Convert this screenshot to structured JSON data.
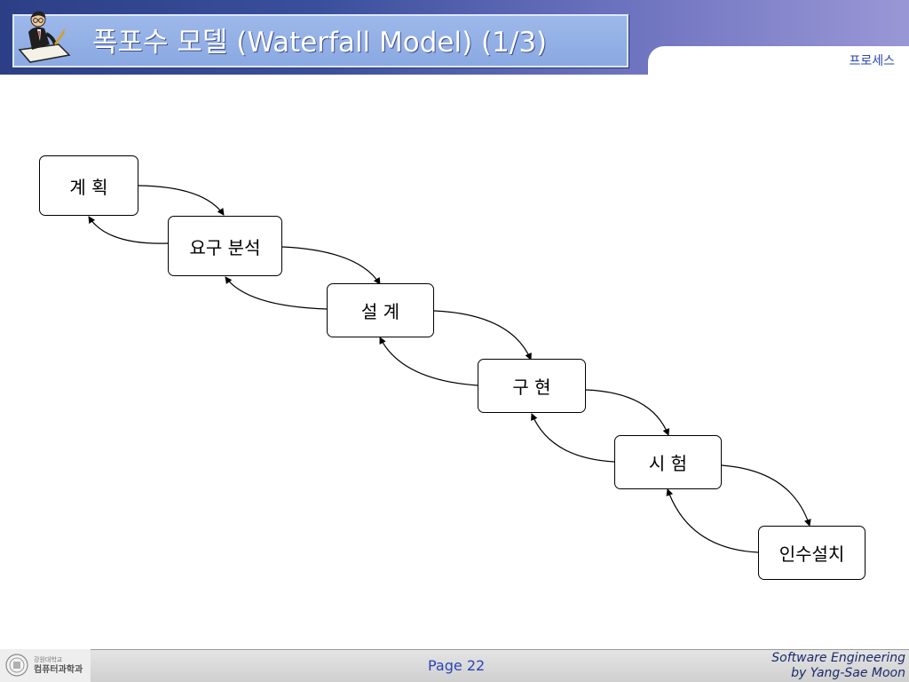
{
  "header": {
    "title": "폭포수 모델 (Waterfall Model) (1/3)",
    "section": "프로세스"
  },
  "diagram": {
    "nodes": [
      {
        "id": "plan",
        "label": "계 획"
      },
      {
        "id": "requirements",
        "label": "요구 분석"
      },
      {
        "id": "design",
        "label": "설 계"
      },
      {
        "id": "implementation",
        "label": "구 현"
      },
      {
        "id": "testing",
        "label": "시 험"
      },
      {
        "id": "deployment",
        "label": "인수설치"
      }
    ]
  },
  "footer": {
    "university": "강원대학교",
    "department": "컴퓨터과학과",
    "page_label": "Page 22",
    "course": "Software Engineering",
    "author": "by Yang-Sae Moon"
  },
  "colors": {
    "header_dark": "#2c3f86",
    "header_light": "#9a97d6",
    "title_box": "#8aa9e2",
    "accent_text": "#2a45b8"
  }
}
